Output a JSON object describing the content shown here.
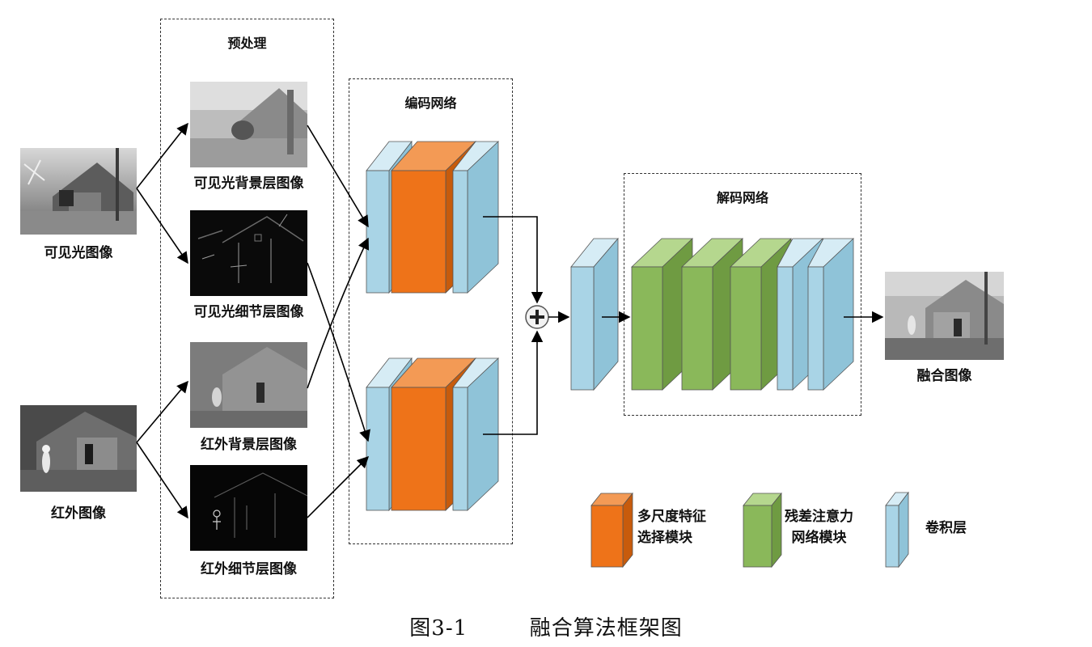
{
  "groups": {
    "preprocess_title": "预处理",
    "encoder_title": "编码网络",
    "decoder_title": "解码网络"
  },
  "images": {
    "visible_input": "可见光图像",
    "infrared_input": "红外图像",
    "visible_background": "可见光背景层图像",
    "visible_detail": "可见光细节层图像",
    "infrared_background": "红外背景层图像",
    "infrared_detail": "红外细节层图像",
    "fused_output": "融合图像"
  },
  "legend": {
    "multiscale_line1": "多尺度特征",
    "multiscale_line2": "选择模块",
    "residual_line1": "残差注意力",
    "residual_line2": "网络模块",
    "conv": "卷积层"
  },
  "caption": {
    "number": "图3-1",
    "title": "融合算法框架图"
  },
  "colors": {
    "conv_layer": "#a9d4e6",
    "multiscale_module": "#ee7319",
    "residual_module": "#8ab85a"
  }
}
